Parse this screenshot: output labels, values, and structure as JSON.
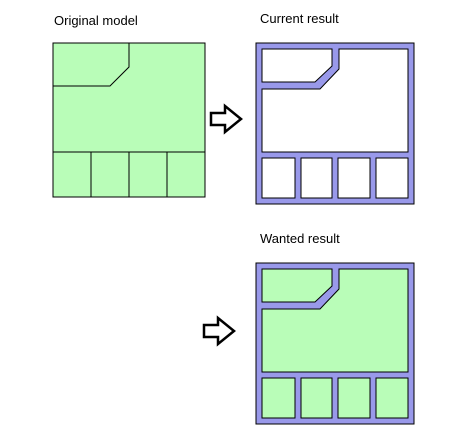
{
  "captions": {
    "original": "Original model",
    "current": "Current result",
    "wanted": "Wanted result"
  },
  "colors": {
    "room_fill": "#b9fdb8",
    "wall_fill": "#9999ea",
    "outline": "#000000",
    "arrow_fill": "#ffffff"
  },
  "icons": {
    "arrow": "right-arrow-outline"
  }
}
